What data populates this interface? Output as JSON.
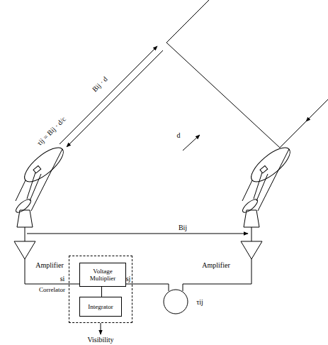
{
  "diagram": {
    "nodes": [
      {
        "text": [
          "Correlator"
        ]
      },
      {
        "text": [
          "Voltage Multiplier"
        ],
        "in": 0
      },
      {
        "text": [
          "Integrator"
        ],
        "in": 0
      }
    ],
    "edges": [
      {
        "from": 1,
        "to": 2,
        "arrow": "none"
      }
    ],
    "labels": [
      "Bij · d",
      "τij = Bij · d/c",
      "d",
      "Bij",
      "Amplifier",
      "Amplifier",
      "si",
      "sj",
      "τij",
      "Visibility"
    ]
  }
}
